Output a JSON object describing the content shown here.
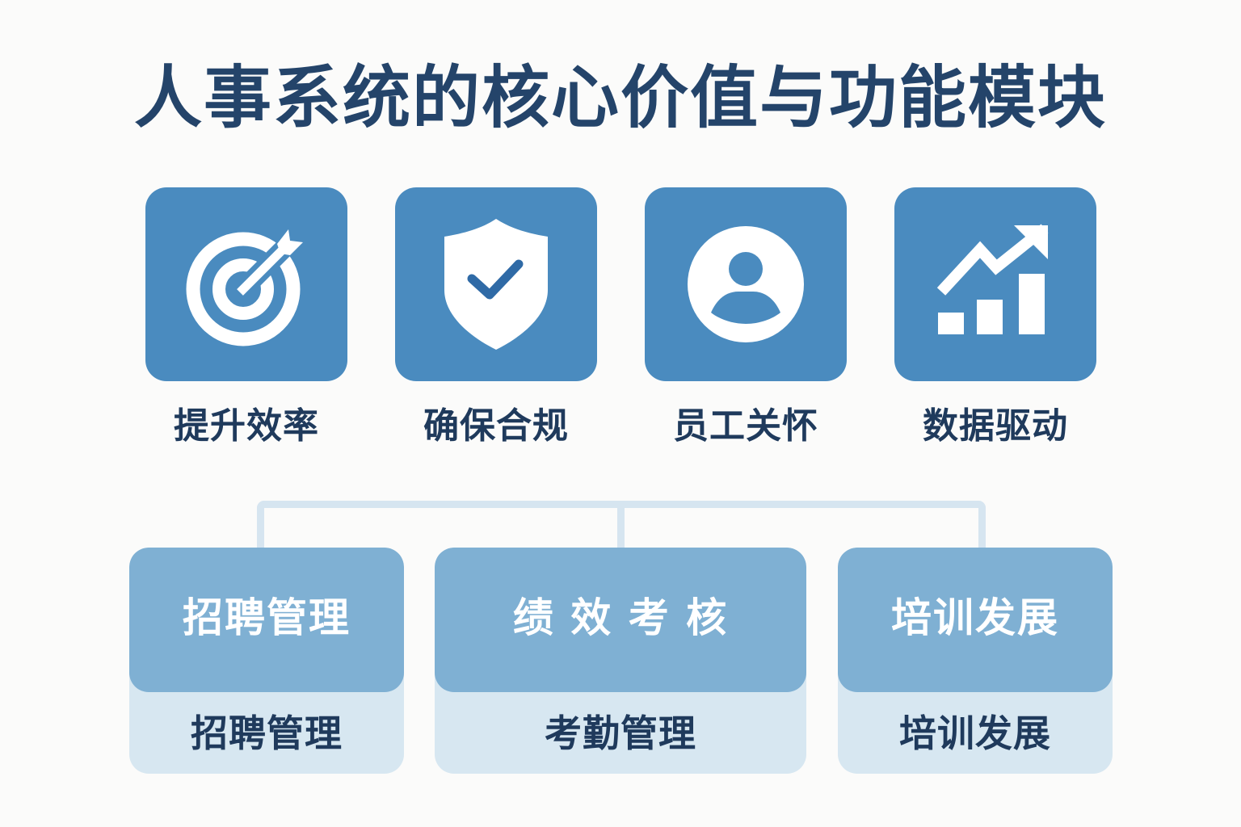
{
  "title": "人事系统的核心价值与功能模块",
  "colors": {
    "background": "#fbfbfa",
    "title": "#24446a",
    "tile": "#4a8bbf",
    "label": "#1f3a5c",
    "module_head": "#7fb0d3",
    "module_body": "#d7e7f1",
    "connector": "#d6e5f0"
  },
  "values": [
    {
      "label": "提升效率",
      "icon": "target-arrow-icon"
    },
    {
      "label": "确保合规",
      "icon": "shield-check-icon"
    },
    {
      "label": "员工关怀",
      "icon": "user-circle-icon"
    },
    {
      "label": "数据驱动",
      "icon": "growth-chart-icon"
    }
  ],
  "modules": [
    {
      "title": "招聘管理",
      "subtitle": "招聘管理"
    },
    {
      "title": "绩 效 考 核",
      "subtitle": "考勤管理"
    },
    {
      "title": "培训发展",
      "subtitle": "培训发展"
    }
  ]
}
